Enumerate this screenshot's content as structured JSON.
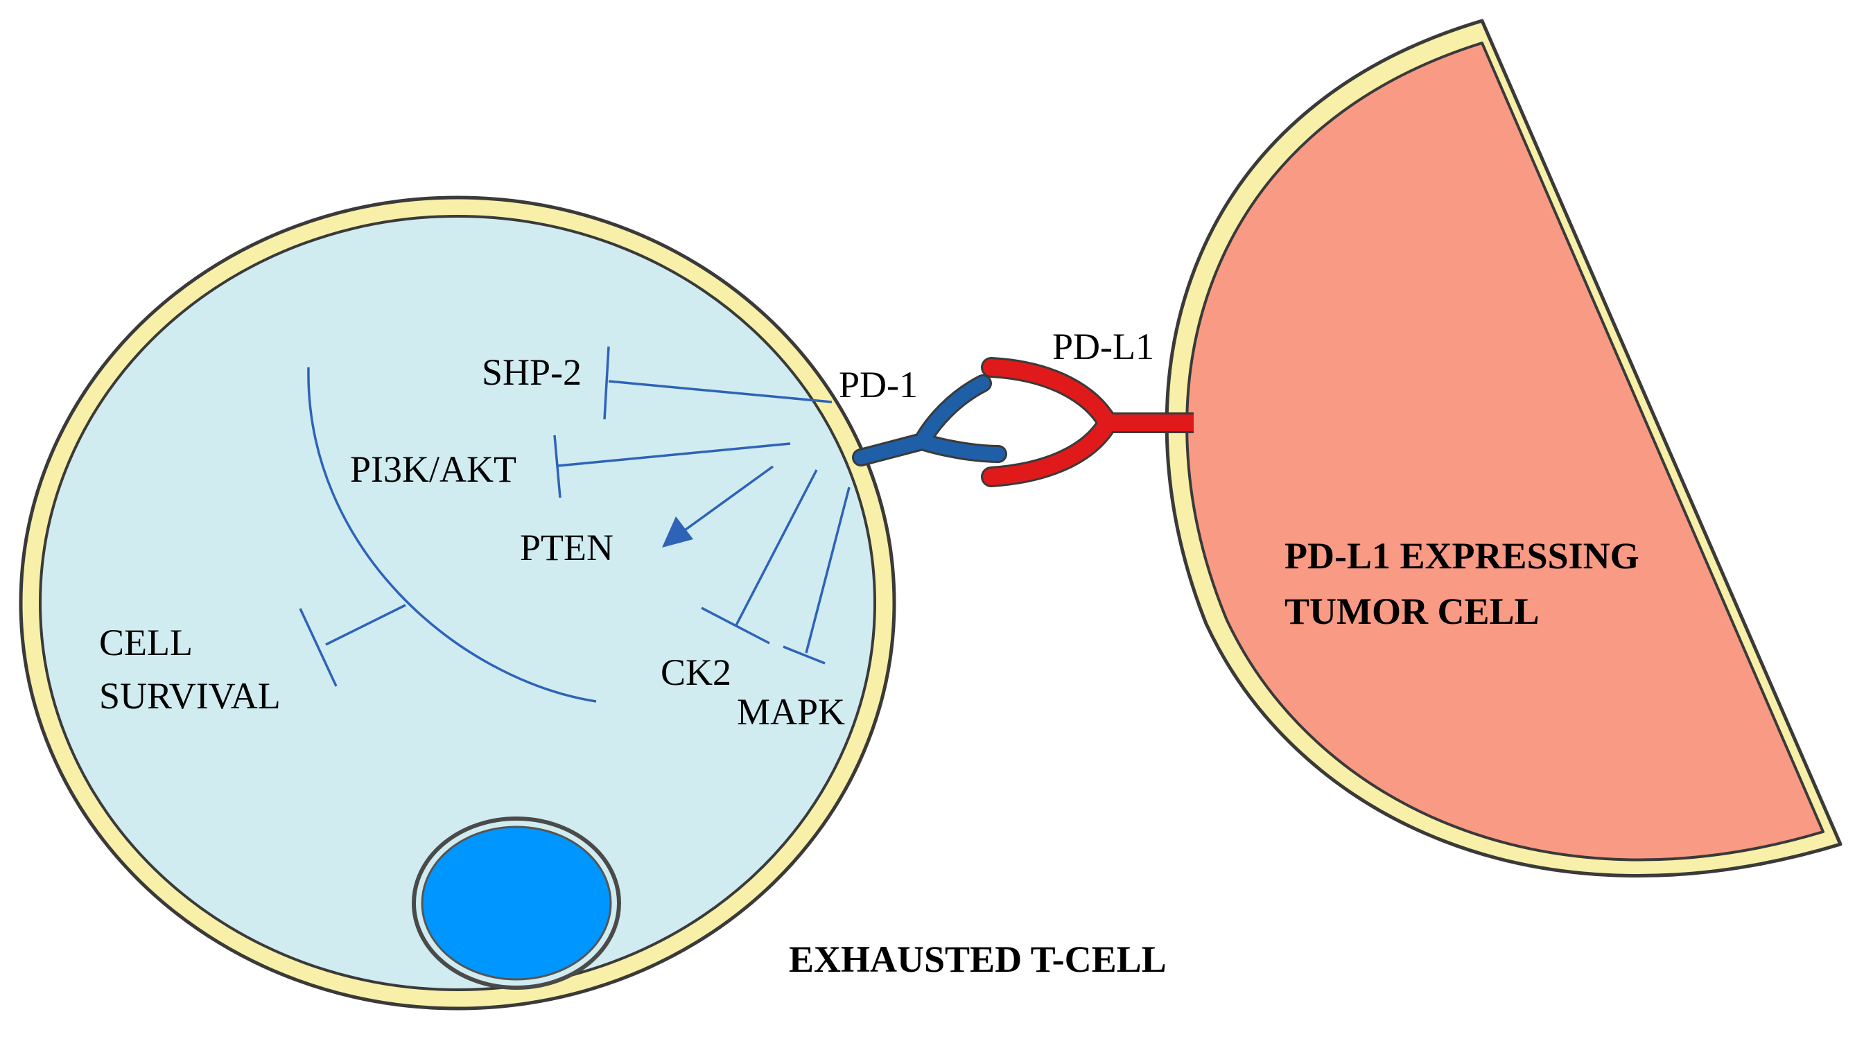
{
  "labels": {
    "shp2": "SHP-2",
    "pi3k_akt": "PI3K/AKT",
    "pten": "PTEN",
    "cell": "CELL",
    "survival": "SURVIVAL",
    "ck2": "CK2",
    "mapk": "MAPK",
    "pd1": "PD-1",
    "pdl1": "PD-L1",
    "tumor_line1": "PD-L1 EXPRESSING",
    "tumor_line2": "TUMOR CELL",
    "tcell": "EXHAUSTED T-CELL"
  },
  "colors": {
    "tcell_fill": "#d0ecf0",
    "membrane": "#f8f0a8",
    "membrane_outline": "#3a3a3a",
    "nucleus": "#0096ff",
    "tumor_fill": "#f99a85",
    "pd1": "#1f5fa8",
    "pdl1": "#e01a1a",
    "signal_line": "#2e63b8"
  }
}
